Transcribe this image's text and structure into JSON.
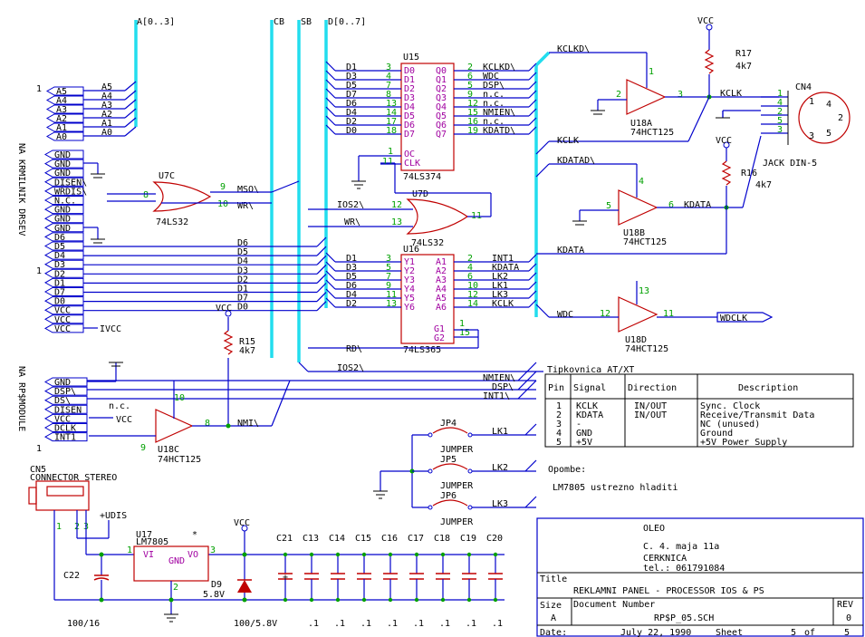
{
  "buses": {
    "a_bus": "A[0..3]",
    "cb": "CB",
    "sb": "SB",
    "d_bus": "D[0..7]"
  },
  "left_connector": {
    "rotated_label": "NA KRMILNIK DRSEV",
    "pin1": "1",
    "address_ports": [
      "A5",
      "A4",
      "A3",
      "A2",
      "A1",
      "A0"
    ],
    "address_wire_labels": [
      "A5",
      "A4",
      "A3",
      "A2",
      "A1",
      "A0"
    ],
    "pins": [
      "GND",
      "GND",
      "GND",
      "DISEN\\",
      "WRDIS\\",
      "N.C.",
      "GND",
      "GND",
      "GND",
      "D6",
      "D5",
      "D4",
      "D3",
      "D2",
      "D1",
      "D7",
      "D0",
      "VCC",
      "VCC",
      "VCC"
    ]
  },
  "data_lines": [
    "D6",
    "D5",
    "D4",
    "D3",
    "D2",
    "D1",
    "D7",
    "D0"
  ],
  "bottom_connector": {
    "rotated_label": "NA RP$MODULE",
    "pin1": "1",
    "pins": [
      "GND",
      "DSP\\",
      "DS\\",
      "DISEN",
      "VCC",
      "DCLK",
      "INT1"
    ],
    "nc_label": "n.c."
  },
  "u7c": {
    "name": "U7C",
    "part": "74LS32",
    "pins": {
      "in1": "8",
      "in2": "10",
      "out": "9"
    },
    "out_net": "MSO\\",
    "in2_net": "WR\\"
  },
  "u7d": {
    "name": "U7D",
    "part": "74LS32",
    "pins": {
      "in1": "12",
      "in2": "13",
      "out": "11"
    },
    "net_in1": "IOS2\\",
    "net_in2": "WR\\"
  },
  "u15": {
    "name": "U15",
    "part": "74LS374",
    "left_nets": [
      "D1",
      "D3",
      "D5",
      "D7",
      "D6",
      "D4",
      "D2",
      "D0"
    ],
    "left_pins": [
      "3",
      "4",
      "7",
      "8",
      "13",
      "14",
      "17",
      "18"
    ],
    "left_names": [
      "D0",
      "D1",
      "D2",
      "D3",
      "D4",
      "D5",
      "D6",
      "D7"
    ],
    "right_names": [
      "Q0",
      "Q1",
      "Q2",
      "Q3",
      "Q4",
      "Q5",
      "Q6",
      "Q7"
    ],
    "right_pins": [
      "2",
      "6",
      "5",
      "9",
      "12",
      "15",
      "16",
      "19"
    ],
    "right_nets": [
      "KCLKD\\",
      "WDC",
      "DSP\\",
      "n.c.",
      "n.c.",
      "NMIEN\\",
      "n.c.",
      "KDATD\\"
    ],
    "ctrl_names": [
      "OC",
      "CLK"
    ],
    "ctrl_pins": [
      "1",
      "11"
    ]
  },
  "u16": {
    "name": "U16",
    "part": "74LS365",
    "left_nets": [
      "D1",
      "D3",
      "D5",
      "D6",
      "D4",
      "D2"
    ],
    "left_pins": [
      "3",
      "5",
      "7",
      "9",
      "11",
      "13"
    ],
    "left_names": [
      "Y1",
      "Y2",
      "Y3",
      "Y4",
      "Y5",
      "Y6"
    ],
    "right_names": [
      "A1",
      "A2",
      "A3",
      "A4",
      "A5",
      "A6"
    ],
    "right_pins": [
      "2",
      "4",
      "6",
      "10",
      "12",
      "14"
    ],
    "right_nets": [
      "INT1",
      "KDATA",
      "LK2",
      "LK1",
      "LK3",
      "KCLK"
    ],
    "ctrl_names": [
      "G1",
      "G2"
    ],
    "ctrl_pins": [
      "1",
      "15"
    ],
    "rd_net": "RD\\"
  },
  "u18a": {
    "name": "U18A",
    "part": "74HCT125",
    "pins": {
      "en": "1",
      "in": "2",
      "out": "3"
    }
  },
  "u18b": {
    "name": "U18B",
    "part": "74HCT125",
    "pins": {
      "en": "4",
      "in": "5",
      "out": "6"
    }
  },
  "u18c": {
    "name": "U18C",
    "part": "74HCT125",
    "pins": {
      "en": "10",
      "in": "9",
      "out": "8"
    }
  },
  "u18d": {
    "name": "U18D",
    "part": "74HCT125",
    "pins": {
      "en": "13",
      "in": "12",
      "out": "11"
    }
  },
  "nets": {
    "kclkd": "KCLKD\\",
    "kclk": "KCLK",
    "kdatad": "KDATAD\\",
    "kdata": "KDATA",
    "wdc": "WDC",
    "wdclk": "WDCLK",
    "nmi": "NMI\\",
    "ios2": "IOS2\\",
    "nmien": "NMIEN\\",
    "dsp": "DSP\\",
    "int1": "INT1\\",
    "lk1": "LK1",
    "lk2": "LK2",
    "lk3": "LK3",
    "udis": "+UDIS",
    "vcc": "VCC",
    "ivcc": "IVCC"
  },
  "resistors": {
    "r17": {
      "name": "R17",
      "value": "4k7"
    },
    "r16": {
      "name": "R16",
      "value": "4k7"
    },
    "r15": {
      "name": "R15",
      "value": "4k7"
    }
  },
  "cn4": {
    "name": "CN4",
    "label": "JACK DIN-5",
    "pins": [
      "1",
      "4",
      "2",
      "5",
      "3"
    ],
    "face_pins": [
      "1",
      "4",
      "2",
      "5",
      "3"
    ]
  },
  "jumpers": [
    {
      "top_label": "JP4",
      "bottom_label": "JUMPER"
    },
    {
      "top_label": "JP5",
      "bottom_label": "JUMPER"
    },
    {
      "top_label": "JP6",
      "bottom_label": "JUMPER"
    }
  ],
  "pinout_table": {
    "title": "Tipkovnica AT/XT",
    "headers": [
      "Pin",
      "Signal",
      "Direction",
      "Description"
    ],
    "rows": [
      [
        "1",
        "KCLK",
        "IN/OUT",
        "Sync. Clock"
      ],
      [
        "2",
        "KDATA",
        "IN/OUT",
        "Receive/Transmit Data"
      ],
      [
        "3",
        "-",
        "",
        "NC (unused)"
      ],
      [
        "4",
        "GND",
        "",
        "Ground"
      ],
      [
        "5",
        "+5V",
        "",
        "+5V Power Supply"
      ]
    ]
  },
  "note": {
    "title": "Opombe:",
    "text": "LM7805 ustrezno hladiti"
  },
  "cn5": {
    "name": "CN5",
    "label": "CONNECTOR STEREO",
    "pins": [
      "1",
      "2",
      "3"
    ]
  },
  "u17": {
    "name": "U17",
    "part": "LM7805",
    "asterisk": "*",
    "vi": "VI",
    "vo": "VO",
    "gnd": "GND",
    "pins": [
      "1",
      "3",
      "2"
    ]
  },
  "c22": {
    "name": "C22",
    "value": "100/16"
  },
  "d9": {
    "name": "D9",
    "value": "5.8V",
    "cap_value": "100/5.8V"
  },
  "decoupling": {
    "names": [
      "C21",
      "C13",
      "C14",
      "C15",
      "C16",
      "C17",
      "C18",
      "C19",
      "C20"
    ],
    "values": [
      ".1",
      ".1",
      ".1",
      ".1",
      ".1",
      ".1",
      ".1",
      ".1"
    ]
  },
  "title_block": {
    "company": [
      "OLEO",
      "C. 4. maja 11a",
      "CERKNICA",
      "tel.: 061791084"
    ],
    "title_label": "Title",
    "title": "REKLAMNI PANEL - PROCESSOR IOS & PS",
    "size_label": "Size",
    "size": "A",
    "docnum_label": "Document Number",
    "docnum": "RP$P_05.SCH",
    "rev_label": "REV",
    "rev": "0",
    "date_label": "Date:",
    "date": "July 22, 1990",
    "sheet_label": "Sheet",
    "sheet": "5",
    "of_label": "of",
    "of": "5"
  },
  "colors": {
    "bus": "#22ddee",
    "wire": "#0000cc",
    "part": "#c00000",
    "pin_number": "#00a000",
    "pin_name": "#a000a0",
    "text": "#000000"
  }
}
